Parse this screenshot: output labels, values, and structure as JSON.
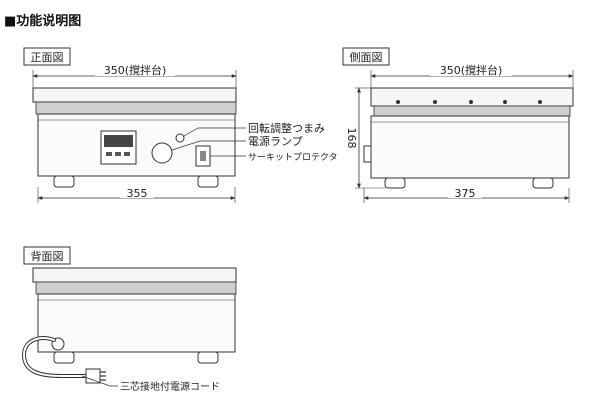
{
  "heading": "■功能说明图",
  "views": {
    "front": {
      "label": "正面図",
      "top_dim": "350(撹拌台)",
      "bottom_dim": "355",
      "callouts": [
        "回転調整つまみ",
        "電源ランプ",
        "サーキットプロテクタ"
      ]
    },
    "side": {
      "label": "側面図",
      "top_dim": "350(撹拌台)",
      "height_dim": "168",
      "bottom_dim": "375"
    },
    "back": {
      "label": "背面図",
      "callouts": [
        "三芯接地付電源コード"
      ]
    }
  },
  "colors": {
    "line": "#333333",
    "fill": "#f2f2f2",
    "dark": "#555555"
  }
}
